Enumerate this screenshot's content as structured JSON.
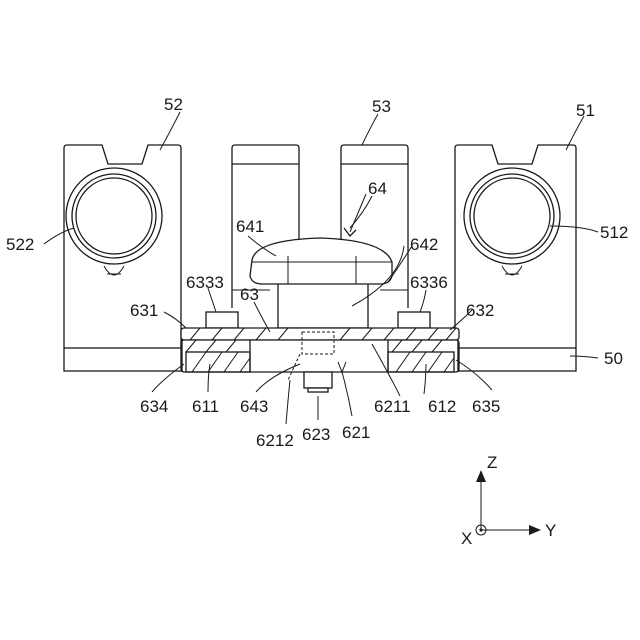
{
  "labels": {
    "l52": "52",
    "l53": "53",
    "l51": "51",
    "l64": "64",
    "l641": "641",
    "l642": "642",
    "l522": "522",
    "l512": "512",
    "l6333": "6333",
    "l6336": "6336",
    "l63": "63",
    "l631": "631",
    "l632": "632",
    "l50": "50",
    "l634": "634",
    "l611": "611",
    "l643": "643",
    "l6211": "6211",
    "l612": "612",
    "l635": "635",
    "l6212": "6212",
    "l623": "623",
    "l621": "621"
  },
  "axes": {
    "z": "Z",
    "y": "Y",
    "x": "X"
  }
}
